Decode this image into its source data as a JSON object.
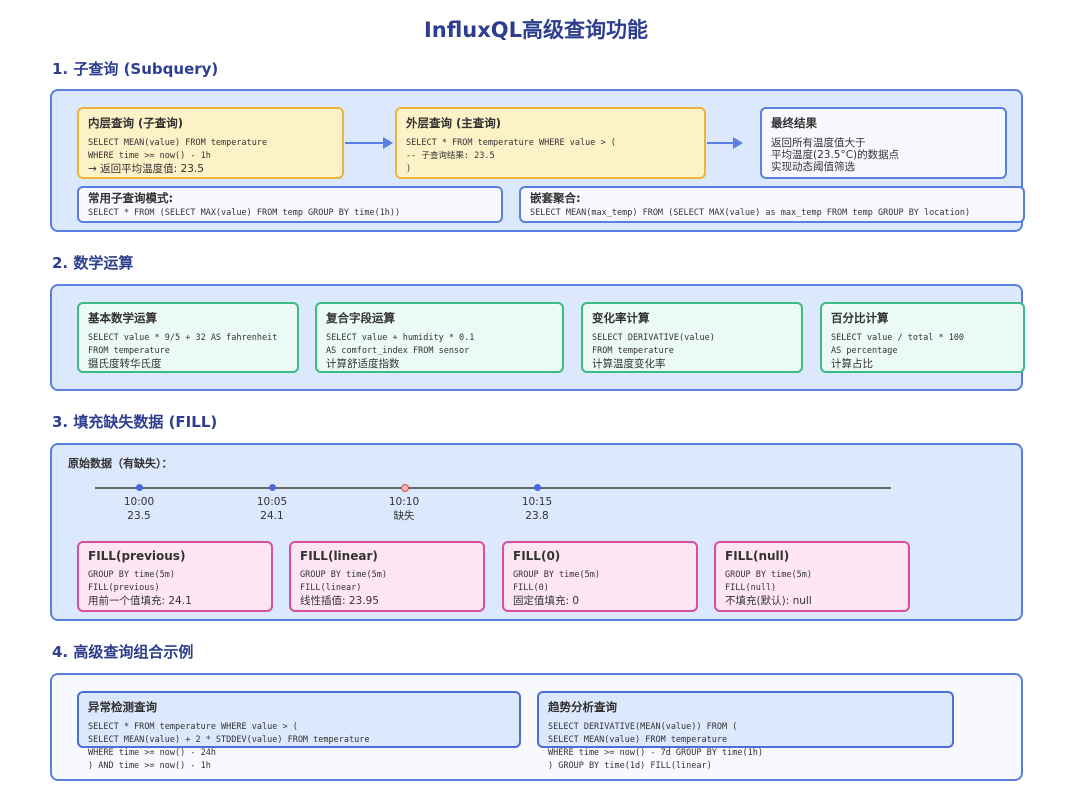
{
  "title": "InfluxQL高级查询功能",
  "sections": {
    "s1": {
      "heading": "1. 子查询 (Subquery)",
      "inner": {
        "title": "内层查询 (子查询)",
        "code": [
          "SELECT MEAN(value) FROM temperature",
          "WHERE time >= now() - 1h"
        ],
        "note": "→ 返回平均温度值: 23.5"
      },
      "outer": {
        "title": "外层查询 (主查询)",
        "code": [
          "SELECT * FROM temperature WHERE value > (",
          "-- 子查询结果: 23.5",
          ")"
        ]
      },
      "result": {
        "title": "最终结果",
        "lines": [
          "返回所有温度值大于",
          "平均温度(23.5°C)的数据点",
          "实现动态阈值筛选"
        ]
      },
      "common": {
        "title": "常用子查询模式:",
        "code": "SELECT * FROM (SELECT MAX(value) FROM temp GROUP BY time(1h))"
      },
      "nested": {
        "title": "嵌套聚合:",
        "code": "SELECT MEAN(max_temp) FROM (SELECT MAX(value) as max_temp FROM temp GROUP BY location)"
      }
    },
    "s2": {
      "heading": "2. 数学运算",
      "cards": [
        {
          "title": "基本数学运算",
          "code": [
            "SELECT value * 9/5 + 32 AS fahrenheit",
            "FROM temperature"
          ],
          "note": "摄氏度转华氏度"
        },
        {
          "title": "复合字段运算",
          "code": [
            "SELECT value + humidity * 0.1",
            "AS comfort_index FROM sensor"
          ],
          "note": "计算舒适度指数"
        },
        {
          "title": "变化率计算",
          "code": [
            "SELECT DERIVATIVE(value)",
            "FROM temperature"
          ],
          "note": "计算温度变化率"
        },
        {
          "title": "百分比计算",
          "code": [
            "SELECT value / total * 100",
            "AS percentage"
          ],
          "note": "计算占比"
        }
      ]
    },
    "s3": {
      "heading": "3. 填充缺失数据 (FILL)",
      "raw_label": "原始数据（有缺失）：",
      "points": [
        {
          "time": "10:00",
          "value": "23.5",
          "missing": false
        },
        {
          "time": "10:05",
          "value": "24.1",
          "missing": false
        },
        {
          "time": "10:10",
          "value": "缺失",
          "missing": true
        },
        {
          "time": "10:15",
          "value": "23.8",
          "missing": false
        }
      ],
      "cards": [
        {
          "title": "FILL(previous)",
          "code": [
            "GROUP BY time(5m)",
            "FILL(previous)"
          ],
          "note": "用前一个值填充: 24.1"
        },
        {
          "title": "FILL(linear)",
          "code": [
            "GROUP BY time(5m)",
            "FILL(linear)"
          ],
          "note": "线性插值: 23.95"
        },
        {
          "title": "FILL(0)",
          "code": [
            "GROUP BY time(5m)",
            "FILL(0)"
          ],
          "note": "固定值填充: 0"
        },
        {
          "title": "FILL(null)",
          "code": [
            "GROUP BY time(5m)",
            "FILL(null)"
          ],
          "note": "不填充(默认): null"
        }
      ]
    },
    "s4": {
      "heading": "4. 高级查询组合示例",
      "cards": [
        {
          "title": "异常检测查询",
          "code": [
            "SELECT * FROM temperature WHERE value > (",
            "SELECT MEAN(value) + 2 * STDDEV(value) FROM temperature",
            "WHERE time >= now() - 24h",
            ") AND time >= now() - 1h"
          ]
        },
        {
          "title": "趋势分析查询",
          "code": [
            "SELECT DERIVATIVE(MEAN(value)) FROM (",
            "SELECT MEAN(value) FROM temperature",
            "WHERE time >= now() - 7d GROUP BY time(1h)",
            ") GROUP BY time(1d) FILL(linear)"
          ]
        }
      ]
    }
  },
  "colors": {
    "title": "#2d3e8f",
    "panel": "#dce8fb",
    "accent": "#5b7fe0",
    "yellow": "#efb23a",
    "green": "#3dbb85",
    "pink": "#d94f9a",
    "missing": "#d9534f"
  }
}
